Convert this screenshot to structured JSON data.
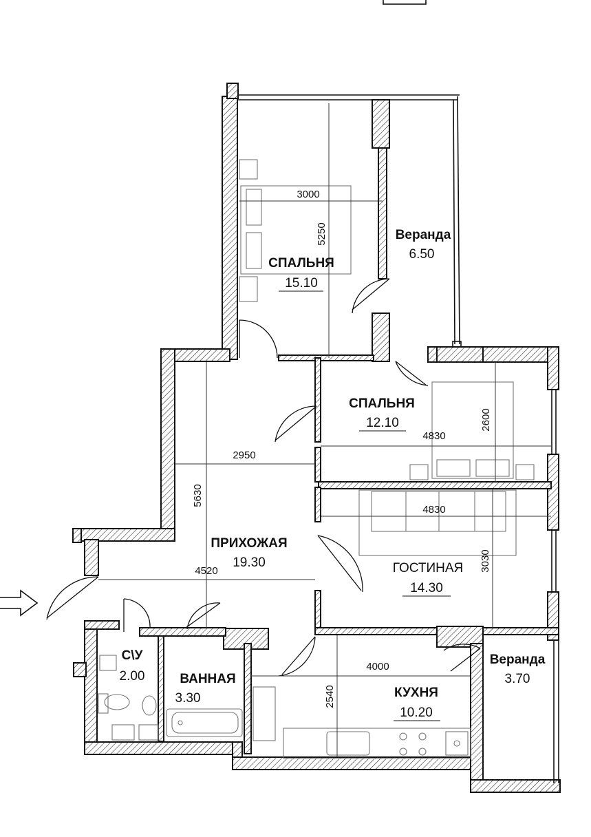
{
  "rooms": [
    {
      "id": "bedroom1",
      "name": "СПАЛЬНЯ",
      "area": "15.10"
    },
    {
      "id": "veranda1",
      "name": "Веранда",
      "area": "6.50"
    },
    {
      "id": "bedroom2",
      "name": "СПАЛЬНЯ",
      "area": "12.10"
    },
    {
      "id": "hallway",
      "name": "ПРИХОЖАЯ",
      "area": "19.30"
    },
    {
      "id": "living",
      "name": "ГОСТИНАЯ",
      "area": "14.30"
    },
    {
      "id": "wc",
      "name": "С\\У",
      "area": "2.00"
    },
    {
      "id": "bathroom",
      "name": "ВАННАЯ",
      "area": "3.30"
    },
    {
      "id": "kitchen",
      "name": "КУХНЯ",
      "area": "10.20"
    },
    {
      "id": "veranda2",
      "name": "Веранда",
      "area": "3.70"
    }
  ],
  "dimensions": [
    {
      "id": "bedroom1-width",
      "value": "3000"
    },
    {
      "id": "bedroom1-length",
      "value": "5250"
    },
    {
      "id": "bedroom2-width",
      "value": "4830"
    },
    {
      "id": "bedroom2-length",
      "value": "2600"
    },
    {
      "id": "hall-upper-width",
      "value": "2950"
    },
    {
      "id": "hall-length",
      "value": "5630"
    },
    {
      "id": "hall-lower-width",
      "value": "4520"
    },
    {
      "id": "living-width",
      "value": "4830"
    },
    {
      "id": "living-length",
      "value": "3030"
    },
    {
      "id": "kitchen-width",
      "value": "4000"
    },
    {
      "id": "kitchen-length",
      "value": "2540"
    }
  ],
  "icons": {
    "entrance": "entrance-arrow-icon"
  }
}
